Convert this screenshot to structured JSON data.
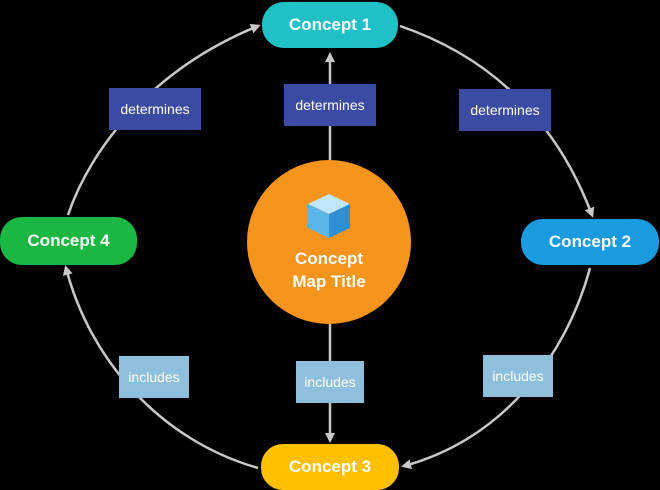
{
  "diagram": {
    "center": {
      "title_line1": "Concept",
      "title_line2": "Map Title",
      "icon": "cube-icon",
      "color": "#f7941d"
    },
    "nodes": [
      {
        "id": "concept-1",
        "label": "Concept 1",
        "color": "#1fc0c6"
      },
      {
        "id": "concept-2",
        "label": "Concept 2",
        "color": "#1a9be0"
      },
      {
        "id": "concept-3",
        "label": "Concept 3",
        "color": "#ffc000"
      },
      {
        "id": "concept-4",
        "label": "Concept 4",
        "color": "#1ab742"
      }
    ],
    "links": [
      {
        "from": "concept-4",
        "to": "concept-1",
        "label": "determines"
      },
      {
        "from": "center",
        "to": "concept-1",
        "label": "determines"
      },
      {
        "from": "concept-1",
        "to": "concept-2",
        "label": "determines"
      },
      {
        "from": "concept-3",
        "to": "concept-4",
        "label": "includes"
      },
      {
        "from": "center",
        "to": "concept-3",
        "label": "includes"
      },
      {
        "from": "concept-2",
        "to": "concept-3",
        "label": "includes"
      }
    ],
    "colors": {
      "determines_label": "#3b4ba3",
      "includes_label": "#8ec0dd",
      "connector": "#c8c8c8",
      "background": "#000000"
    }
  }
}
